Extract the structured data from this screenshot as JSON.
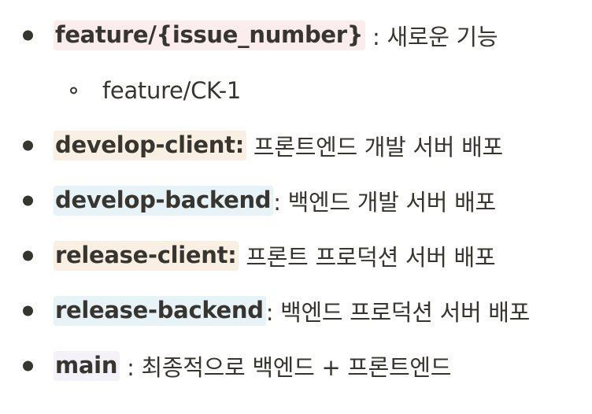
{
  "items": [
    {
      "tag": "feature/{issue_number}",
      "desc": " : 새로운 기능",
      "tag_bg": "#fbecee"
    },
    {
      "text": "feature/CK-1"
    },
    {
      "tag": "develop-client:",
      "desc": " 프론트엔드 개발 서버 배포",
      "tag_bg": "#faefe3"
    },
    {
      "tag": "develop-backend",
      "desc": ": 백엔드 개발 서버 배포",
      "tag_bg": "#e8f3f8"
    },
    {
      "tag": "release-client:",
      "desc": " 프론트 프로덕션 서버 배포",
      "tag_bg": "#faefe3"
    },
    {
      "tag": "release-backend",
      "desc": ": 백엔드 프로덕션 서버 배포",
      "tag_bg": "#e8f3f8"
    },
    {
      "tag": "main",
      "desc": " : 최종적으로 백엔드 + 프론트엔드",
      "tag_bg": "#f4f1f8"
    }
  ]
}
